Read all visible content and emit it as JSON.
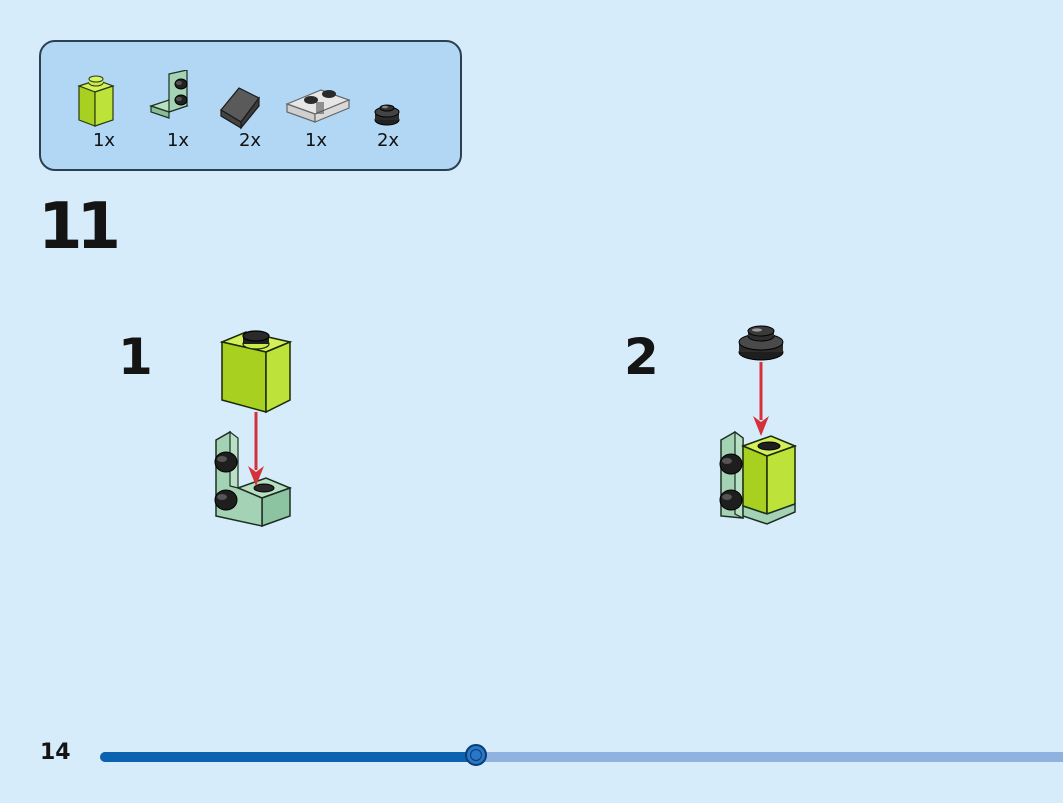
{
  "parts_list": {
    "items": [
      {
        "name": "lime-brick-1x1",
        "qty": "1x"
      },
      {
        "name": "sand-green-bracket",
        "qty": "1x"
      },
      {
        "name": "dark-grey-slope",
        "qty": "2x"
      },
      {
        "name": "trans-clear-plate-1x2",
        "qty": "1x"
      },
      {
        "name": "black-round-plate",
        "qty": "2x"
      }
    ]
  },
  "step": {
    "number": "11"
  },
  "substeps": [
    {
      "number": "1"
    },
    {
      "number": "2"
    }
  ],
  "page": {
    "number": "14"
  },
  "progress": {
    "fraction": 0.39
  },
  "colors": {
    "background": "#d6ecfa",
    "parts_box": "#b2d7f4",
    "lime": "#bde33a",
    "sand_green": "#a3d2b4",
    "arrow": "#d6303a",
    "progress_fill": "#0b62b0",
    "progress_track": "#8fb2e0"
  }
}
